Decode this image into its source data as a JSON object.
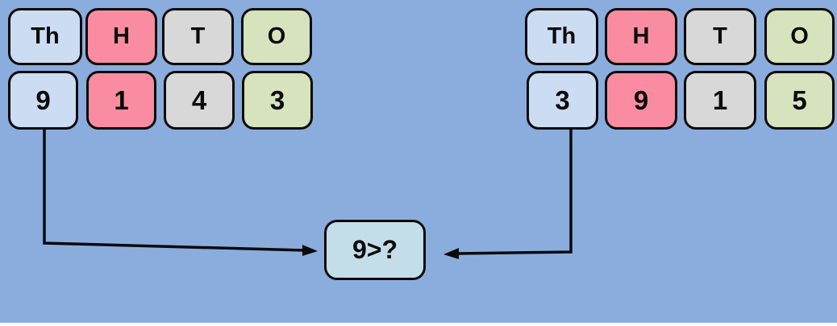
{
  "background_color": "#8badde",
  "border_color": "#0a0a0a",
  "place_value_colors": {
    "thousands": "#ccdcf2",
    "hundreds": "#f98ca1",
    "tens": "#d8d8d8",
    "ones": "#d6e3bc"
  },
  "groups": [
    {
      "name": "left-number",
      "number": "9143",
      "columns": [
        {
          "header": "Th",
          "digit": "9",
          "color": "#ccdcf2"
        },
        {
          "header": "H",
          "digit": "1",
          "color": "#f98ca1"
        },
        {
          "header": "T",
          "digit": "4",
          "color": "#d8d8d8"
        },
        {
          "header": "O",
          "digit": "3",
          "color": "#d6e3bc"
        }
      ]
    },
    {
      "name": "right-number",
      "number": "3915",
      "columns": [
        {
          "header": "Th",
          "digit": "3",
          "color": "#ccdcf2"
        },
        {
          "header": "H",
          "digit": "9",
          "color": "#f98ca1"
        },
        {
          "header": "T",
          "digit": "1",
          "color": "#d8d8d8"
        },
        {
          "header": "O",
          "digit": "5",
          "color": "#d6e3bc"
        }
      ]
    }
  ],
  "comparison": {
    "label": "9>?",
    "color": "#c3dee9"
  }
}
